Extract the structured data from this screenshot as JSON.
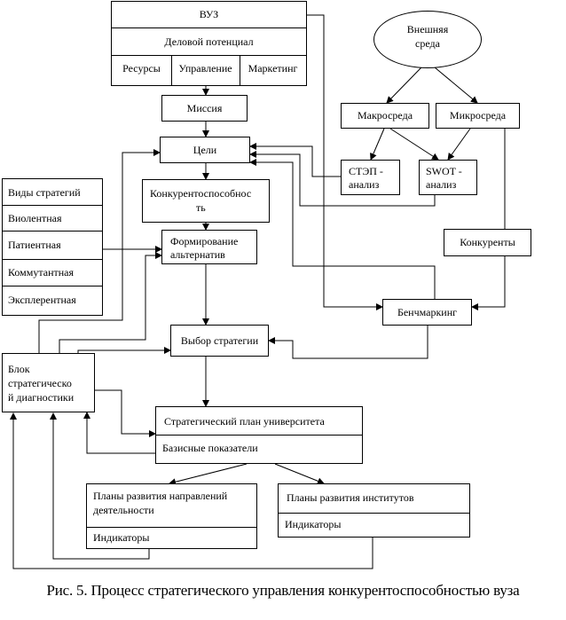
{
  "university": {
    "title": "ВУЗ",
    "potential": "Деловой потенциал",
    "resources": "Ресурсы",
    "management": "Управление",
    "marketing": "Маркетинг"
  },
  "external_env": {
    "line1": "Внешняя",
    "line2": "среда"
  },
  "macro_env": "Макросреда",
  "micro_env": "Микросреда",
  "mission": "Миссия",
  "goals": "Цели",
  "step": {
    "line1": "СТЭП -",
    "line2": "анализ"
  },
  "swot": {
    "line1": "SWOT -",
    "line2": "анализ"
  },
  "competitiveness": {
    "line1": "Конкурентоспособнос",
    "line2": "ть"
  },
  "strategy_types": {
    "header": "Виды стратегий",
    "items": [
      "Виолентная",
      "Патиентная",
      "Коммутантная",
      "Эксплерентная"
    ]
  },
  "alternatives": {
    "line1": "Формирование",
    "line2": "альтернатив"
  },
  "competitors": "Конкуренты",
  "benchmarking": "Бенчмаркинг",
  "strategy_choice": "Выбор стратегии",
  "diagnostics": {
    "line1": "Блок",
    "line2": "стратегическо",
    "line3": "й диагностики"
  },
  "strategic_plan": {
    "title": "Стратегический план университета",
    "indicators": "Базисные показатели"
  },
  "plan_directions": {
    "line1": "Планы развития направлений",
    "line2": "деятельности",
    "indicators": "Индикаторы"
  },
  "plan_institutes": {
    "title": "Планы развития институтов",
    "indicators": "Индикаторы"
  },
  "caption": "Рис. 5. Процесс стратегического управления конкурентоспособностью  вуза"
}
